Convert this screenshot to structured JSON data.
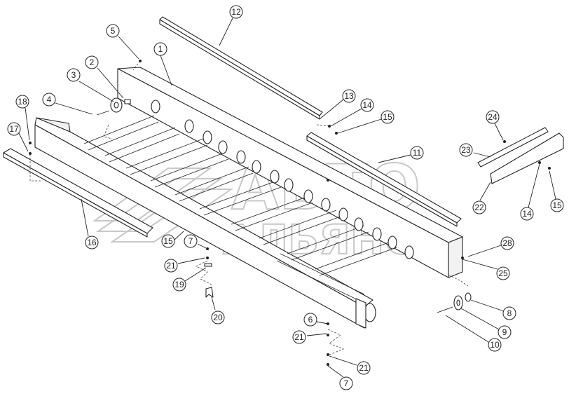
{
  "watermark": {
    "line1": "АВТО",
    "line2": "АЛЬЯНС"
  },
  "callouts": [
    {
      "label": "1"
    },
    {
      "label": "2"
    },
    {
      "label": "3"
    },
    {
      "label": "4"
    },
    {
      "label": "5"
    },
    {
      "label": "6"
    },
    {
      "label": "7"
    },
    {
      "label": "7"
    },
    {
      "label": "8"
    },
    {
      "label": "9"
    },
    {
      "label": "10"
    },
    {
      "label": "11"
    },
    {
      "label": "12"
    },
    {
      "label": "13"
    },
    {
      "label": "14"
    },
    {
      "label": "14"
    },
    {
      "label": "15"
    },
    {
      "label": "15"
    },
    {
      "label": "15"
    },
    {
      "label": "16"
    },
    {
      "label": "17"
    },
    {
      "label": "18"
    },
    {
      "label": "19"
    },
    {
      "label": "20"
    },
    {
      "label": "21"
    },
    {
      "label": "21"
    },
    {
      "label": "21"
    },
    {
      "label": "22"
    },
    {
      "label": "23"
    },
    {
      "label": "24"
    },
    {
      "label": "25"
    },
    {
      "label": "28"
    }
  ]
}
